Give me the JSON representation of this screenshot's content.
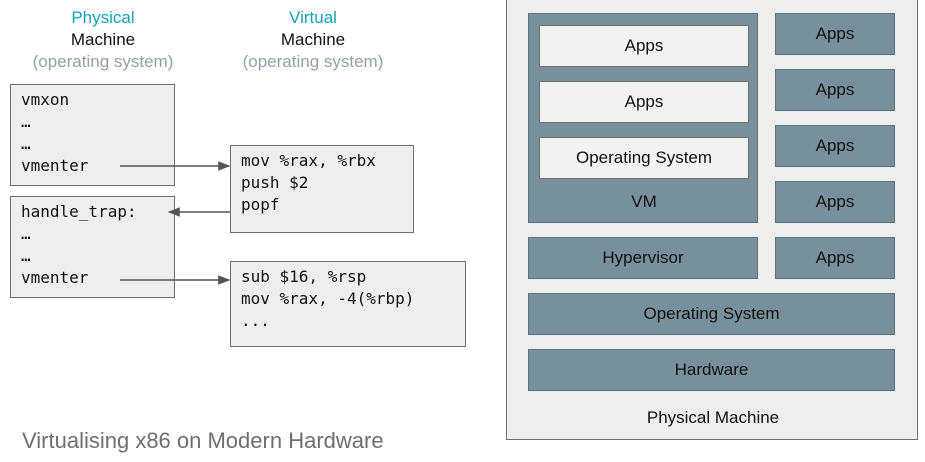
{
  "physical_header": {
    "accent": "Physical",
    "main": "Machine",
    "sub": "(operating system)"
  },
  "virtual_header": {
    "accent": "Virtual",
    "main": "Machine",
    "sub": "(operating system)"
  },
  "host_code_1": [
    "vmxon",
    "…",
    "…",
    "vmenter"
  ],
  "host_code_2": [
    "handle_trap:",
    "…",
    "…",
    "vmenter"
  ],
  "guest_code_1": [
    "mov %rax, %rbx",
    "push $2",
    "popf"
  ],
  "guest_code_2": [
    "sub $16, %rsp",
    "mov %rax, -4(%rbp)",
    "..."
  ],
  "stack": {
    "vm_apps_1": "Apps",
    "vm_apps_2": "Apps",
    "vm_os": "Operating System",
    "vm_label": "VM",
    "side_apps": [
      "Apps",
      "Apps",
      "Apps",
      "Apps",
      "Apps"
    ],
    "hypervisor": "Hypervisor",
    "host_os": "Operating System",
    "hardware": "Hardware",
    "panel_title": "Physical Machine"
  },
  "caption": "Virtualising x86 on Modern Hardware",
  "colors": {
    "accent": "#16a3b8",
    "block": "#78909c",
    "panel": "#eeeeee",
    "caption": "#6f6f6f"
  }
}
